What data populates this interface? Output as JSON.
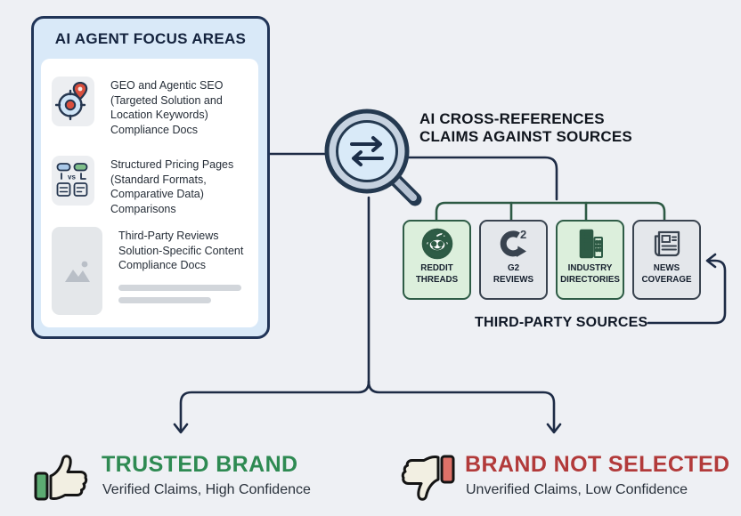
{
  "left_card": {
    "title": "AI AGENT FOCUS AREAS",
    "items": [
      {
        "icon": "geo-target-icon",
        "text": "GEO and Agentic SEO\n(Targeted Solution and\nLocation Keywords)\nCompliance Docs"
      },
      {
        "icon": "pricing-comparison-icon",
        "vs_label": "vs",
        "text": "Structured Pricing Pages\n(Standard Formats,\nComparative Data)\nComparisons"
      },
      {
        "icon": "image-placeholder-icon",
        "text": "Third-Party Reviews\nSolution-Specific Content\nCompliance Docs"
      }
    ]
  },
  "center": {
    "icon": "magnifier-exchange-icon"
  },
  "right": {
    "heading": "AI CROSS-REFERENCES\nCLAIMS AGAINST SOURCES",
    "sources_label": "THIRD-PARTY SOURCES",
    "sources": [
      {
        "label": "REDDIT\nTHREADS",
        "icon": "reddit-icon",
        "variant": "green"
      },
      {
        "label": "G2\nREVIEWS",
        "icon": "g2-icon",
        "icon_text": "2",
        "variant": "gray"
      },
      {
        "label": "INDUSTRY\nDIRECTORIES",
        "icon": "buildings-icon",
        "variant": "green"
      },
      {
        "label": "NEWS\nCOVERAGE",
        "icon": "newspaper-icon",
        "variant": "gray"
      }
    ]
  },
  "outcomes": {
    "positive": {
      "icon": "thumbs-up-icon",
      "title": "TRUSTED BRAND",
      "subtitle": "Verified Claims, High Confidence",
      "color": "#2e8a52"
    },
    "negative": {
      "icon": "thumbs-down-icon",
      "title": "BRAND NOT SELECTED",
      "subtitle": "Unverified Claims, Low Confidence",
      "color": "#b23a3a"
    }
  },
  "colors": {
    "background": "#eef0f4",
    "card_border": "#203457",
    "card_header_bg": "#d9e9f8",
    "connector_dark": "#1d2b45",
    "connector_green": "#2d5a44",
    "source_green_bg": "#dcefdc",
    "source_green_border": "#2e5c46",
    "source_gray_bg": "#e4e7eb",
    "source_gray_border": "#39434f",
    "trusted_green": "#2e8a52",
    "rejected_red": "#b23a3a"
  }
}
